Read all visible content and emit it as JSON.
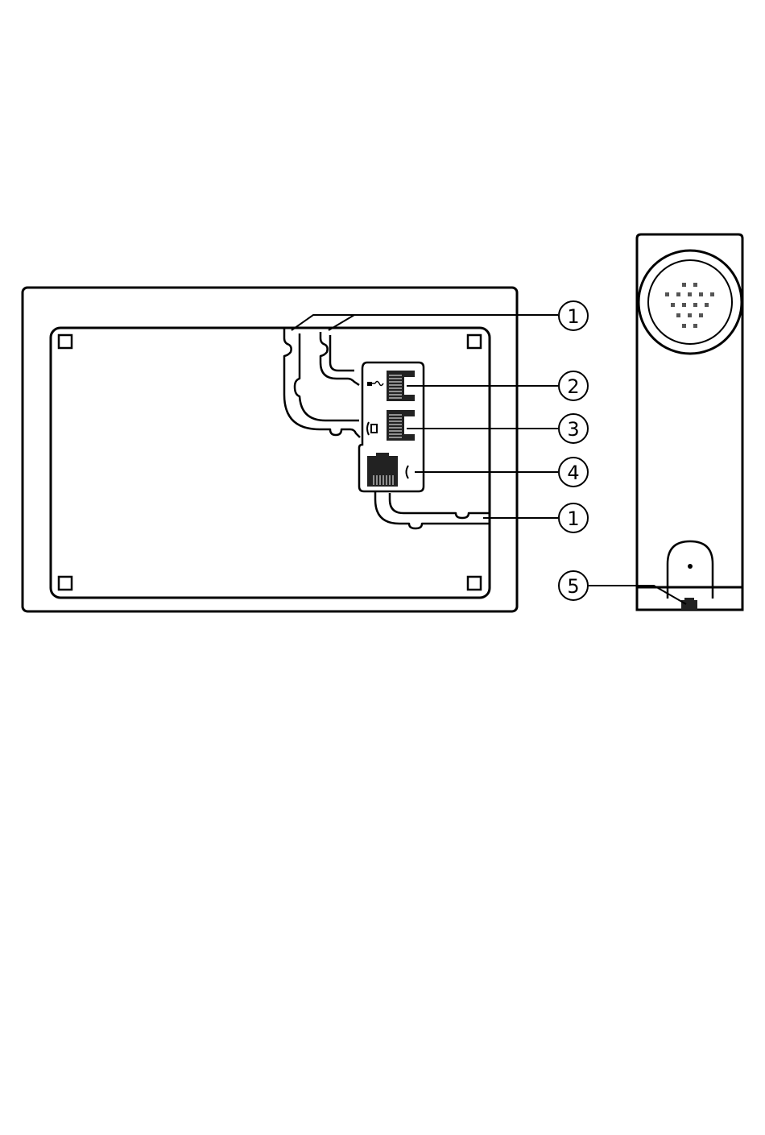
{
  "callouts": [
    {
      "id": "callout-1-top",
      "label": "1"
    },
    {
      "id": "callout-2",
      "label": "2"
    },
    {
      "id": "callout-3",
      "label": "3"
    },
    {
      "id": "callout-4",
      "label": "4"
    },
    {
      "id": "callout-1-bottom",
      "label": "1"
    },
    {
      "id": "callout-5",
      "label": "5"
    }
  ],
  "icons": {
    "lan": "network-plug-icon",
    "pc": "pc-phone-icon",
    "handset": "handset-port-icon"
  },
  "colors": {
    "stroke": "#000000",
    "background": "#ffffff",
    "port_fill": "#000000",
    "speaker_dots": "#555555"
  }
}
